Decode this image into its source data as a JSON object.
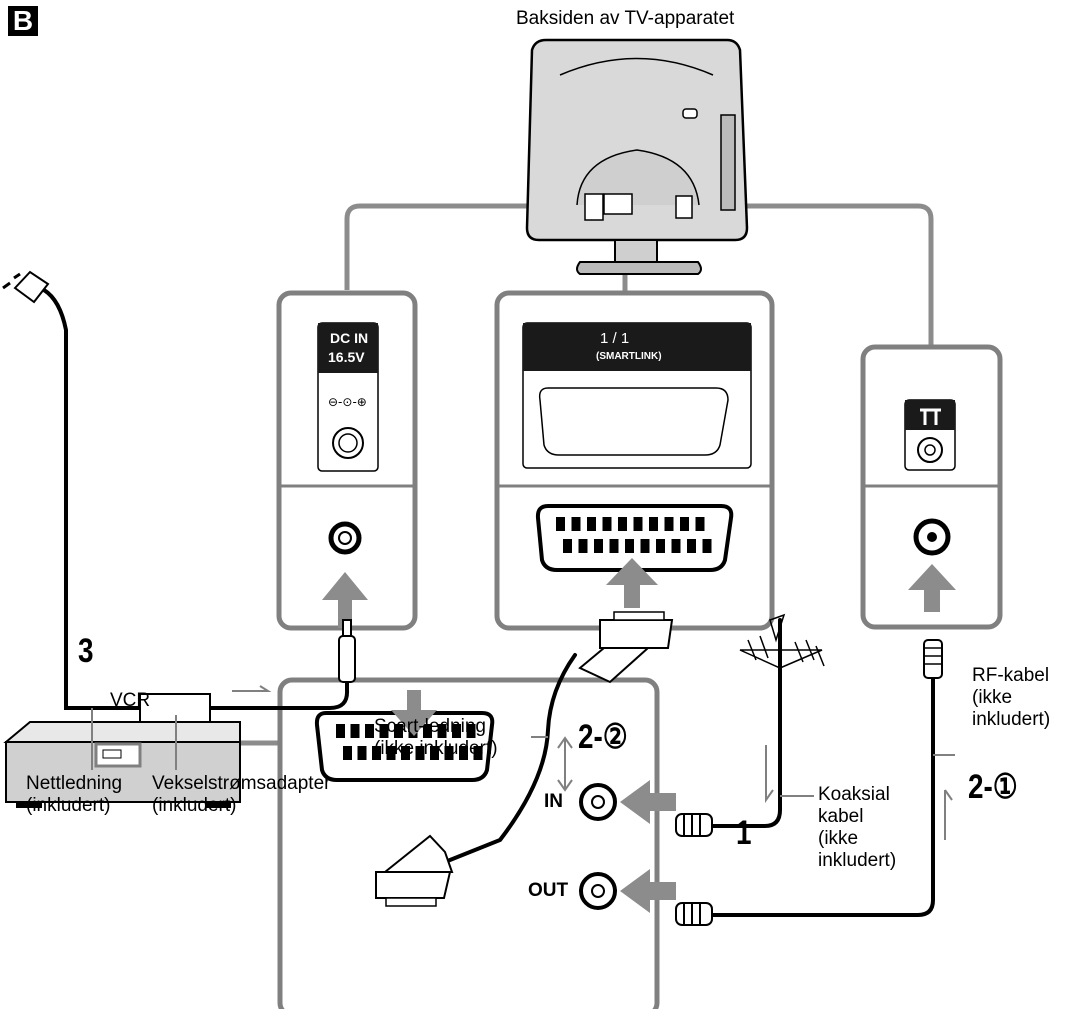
{
  "section_badge": "B",
  "tv_back_label": "Baksiden av TV-apparatet",
  "dc_panel": {
    "line1": "DC IN",
    "line2": "16.5V",
    "polarity_symbol": "⊖-⊙-⊕"
  },
  "scart_panel": {
    "line1": "1 / 1",
    "line2": "(SMARTLINK)"
  },
  "antenna_panel": {
    "symbol": "antenna-terminal-icon"
  },
  "steps": {
    "step1": "1",
    "step2_1": "2-①",
    "step2_2": "2-②",
    "step3": "3"
  },
  "labels": {
    "mains_cable": [
      "Nettledning",
      "(inkludert)"
    ],
    "ac_adapter": [
      "Vekselstrømsadapter",
      "(inkludert)"
    ],
    "scart_cable": [
      "Scart-ledning",
      "(ikke inkludert)"
    ],
    "coax_cable": [
      "Koaksial",
      "kabel",
      "(ikke",
      "inkludert)"
    ],
    "rf_cable": [
      "RF-kabel",
      "(ikke",
      "inkludert)"
    ],
    "vcr": "VCR",
    "vcr_in": "IN",
    "vcr_out": "OUT"
  },
  "colors": {
    "panel_gray": "#808080",
    "tv_fill": "#d9d9d9",
    "cable_black": "#000000",
    "label_bg": "#1a1a1a"
  }
}
